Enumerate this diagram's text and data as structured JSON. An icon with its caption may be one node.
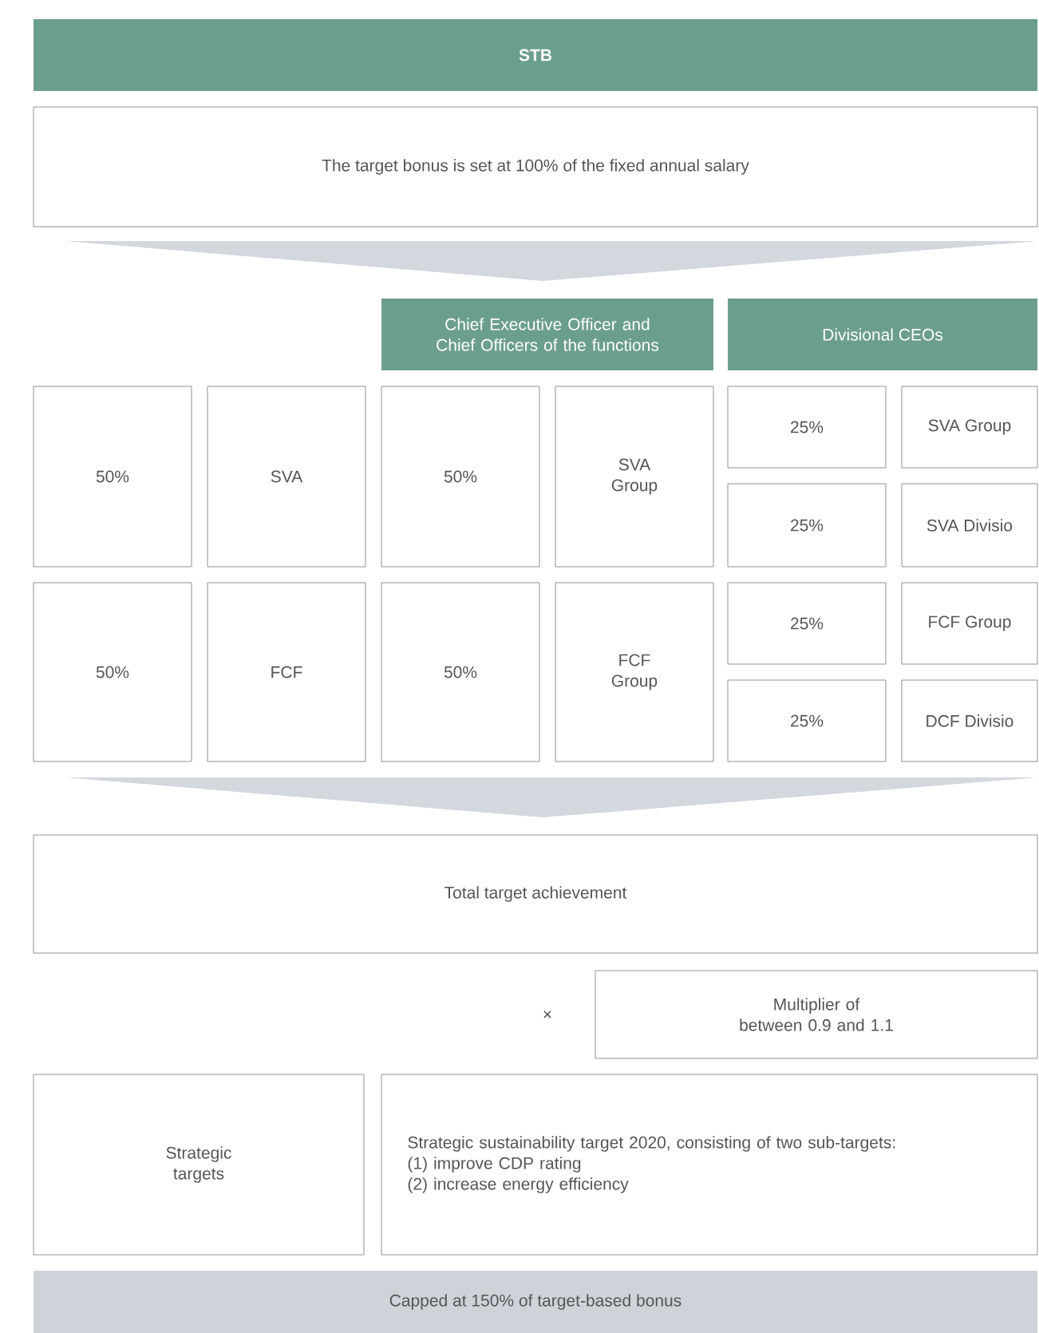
{
  "diagram": {
    "nodes": [
      {
        "text": [
          "STB"
        ]
      },
      {
        "text": [
          "The target bonus is set at 100% of the fixed annual salary"
        ]
      },
      {
        "text": [],
        "shape": "chevron"
      },
      {
        "text": [
          "Chief Executive Officer and Chief Officers of the functions"
        ]
      },
      {
        "text": [
          "Divisional CEOs"
        ]
      },
      {
        "text": [
          "50%"
        ]
      },
      {
        "text": [
          "SVA"
        ]
      },
      {
        "text": [
          "50%"
        ]
      },
      {
        "text": [
          "SVA Group"
        ]
      },
      {
        "text": [
          "25%"
        ]
      },
      {
        "text": [
          "SVA Group"
        ]
      },
      {
        "text": [
          "25%"
        ]
      },
      {
        "text": [
          "SVA Divisio"
        ]
      },
      {
        "text": [
          "50%"
        ]
      },
      {
        "text": [
          "FCF"
        ]
      },
      {
        "text": [
          "50%"
        ]
      },
      {
        "text": [
          "FCF Group"
        ]
      },
      {
        "text": [
          "25%"
        ]
      },
      {
        "text": [
          "FCF Group"
        ]
      },
      {
        "text": [
          "25%"
        ]
      },
      {
        "text": [
          "DCF Divisio"
        ]
      },
      {
        "text": [],
        "shape": "chevron"
      },
      {
        "text": [
          "Total target achievement"
        ]
      },
      {
        "text": [
          "Multiplier of between 0.9 and 1.1"
        ]
      },
      {
        "text": [
          "Strategic targets"
        ]
      },
      {
        "text": [
          "Strategic sustainability target 2020, consisting of two sub-targets:",
          "(1) improve CDP rating",
          "(2) increase energy efficiency"
        ]
      },
      {
        "text": [
          "Capped at 150% of target-based bonus"
        ]
      }
    ],
    "labels": [
      "×"
    ]
  }
}
